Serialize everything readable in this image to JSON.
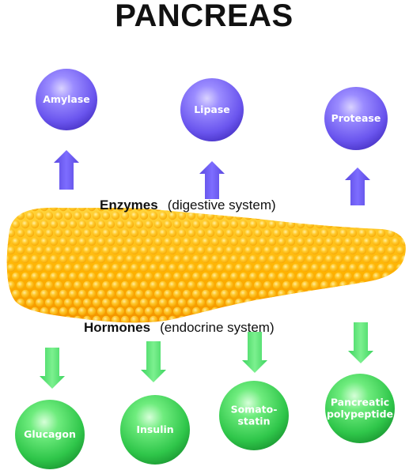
{
  "title": "PANCREAS",
  "enzymes": {
    "heading": "Enzymes",
    "subheading": "(digestive system)",
    "color": "#6f5df0",
    "items": [
      {
        "label_lines": [
          "Amylase"
        ]
      },
      {
        "label_lines": [
          "Lipase"
        ]
      },
      {
        "label_lines": [
          "Protease"
        ]
      }
    ]
  },
  "hormones": {
    "heading": "Hormones",
    "subheading": "(endocrine system)",
    "color": "#3fd46a",
    "items": [
      {
        "label_lines": [
          "Glucagon"
        ]
      },
      {
        "label_lines": [
          "Insulin"
        ]
      },
      {
        "label_lines": [
          "Somato-",
          "statin"
        ]
      },
      {
        "label_lines": [
          "Pancreatic",
          "polypeptide"
        ]
      }
    ]
  },
  "organ": {
    "name": "pancreas",
    "color": "#ffb300"
  }
}
